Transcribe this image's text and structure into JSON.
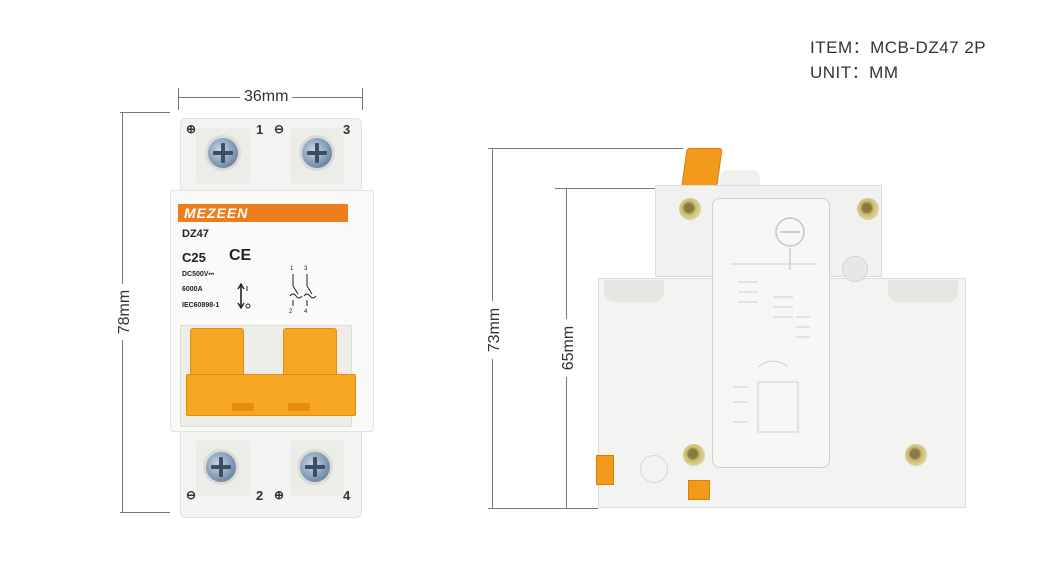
{
  "spec": {
    "item": "ITEM：MCB-DZ47  2P",
    "unit": "UNIT：MM"
  },
  "dimensions": {
    "front_width": "36mm",
    "front_height": "78mm",
    "side_height_total": "73mm",
    "side_height_inner": "65mm"
  },
  "front_view": {
    "brand": "MEZEEN",
    "model": "DZ47",
    "rating": "C25",
    "ce_mark": "CE",
    "voltage": "DC500V⎓",
    "breaking_capacity": "6000A",
    "standard": "IEC60898-1",
    "terminal_top_left": "1",
    "terminal_top_right": "3",
    "terminal_bottom_left": "2",
    "terminal_bottom_right": "4",
    "plus_symbol": "⊕",
    "minus_symbol": "⊖"
  },
  "colors": {
    "brand_orange": "#ee7d1f",
    "handle_orange": "#f6a623",
    "body": "#f4f4f2"
  }
}
